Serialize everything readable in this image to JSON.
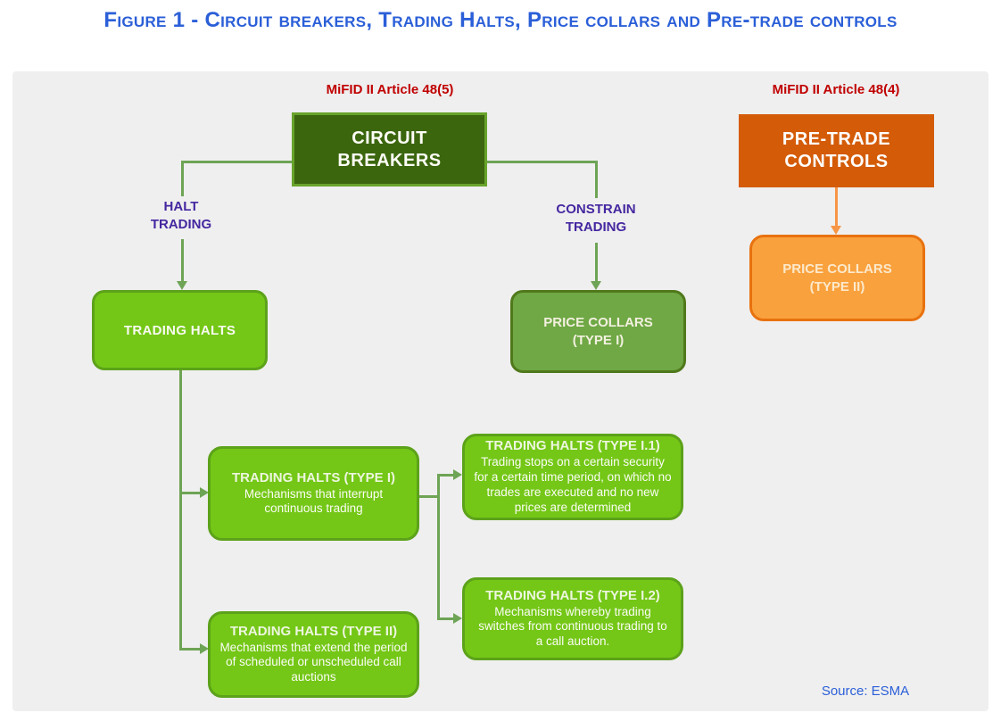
{
  "figure": {
    "title": "Figure 1 - Circuit breakers, Trading Halts, Price collars and Pre-trade controls",
    "source": "Source: ESMA"
  },
  "annotations": {
    "left_article": "MiFID II Article 48(5)",
    "right_article": "MiFID II Article 48(4)",
    "halt_trading": "HALT TRADING",
    "constrain_trading": "CONSTRAIN TRADING"
  },
  "nodes": {
    "circuit_breakers": {
      "label": "CIRCUIT BREAKERS"
    },
    "pre_trade_controls": {
      "label": "PRE-TRADE CONTROLS"
    },
    "trading_halts": {
      "label": "TRADING HALTS"
    },
    "price_collars_type1": {
      "label": "PRICE COLLARS (TYPE I)"
    },
    "price_collars_type2": {
      "label": "PRICE COLLARS (TYPE II)"
    },
    "trading_halts_type1": {
      "title": "TRADING HALTS (TYPE I)",
      "body": "Mechanisms that interrupt continuous trading"
    },
    "trading_halts_type2": {
      "title": "TRADING HALTS (TYPE II)",
      "body": "Mechanisms that extend the period of scheduled or unscheduled call auctions"
    },
    "trading_halts_type11": {
      "title": "TRADING HALTS (TYPE I.1)",
      "body": "Trading stops on a certain security for a certain time period, on which no trades are executed and no new prices are determined"
    },
    "trading_halts_type12": {
      "title": "TRADING HALTS (TYPE I.2)",
      "body": "Mechanisms whereby trading switches from continuous trading to a call auction."
    }
  },
  "colors": {
    "title_blue": "#2B5FD8",
    "article_red": "#C00000",
    "label_purple": "#4527A0",
    "panel_bg": "#EFEFEF",
    "dark_green_fill": "#3B660E",
    "dark_green_border": "#68A32B",
    "bright_green_fill": "#74C716",
    "bright_green_border": "#5CA21A",
    "medium_green_fill": "#6FA845",
    "medium_green_border": "#50791B",
    "dark_orange_fill": "#D45B07",
    "light_orange_fill": "#F9A13D",
    "light_orange_border": "#E8720E",
    "connector_green": "#6EA455",
    "connector_orange": "#F79646",
    "source_blue": "#2B5FD8"
  }
}
